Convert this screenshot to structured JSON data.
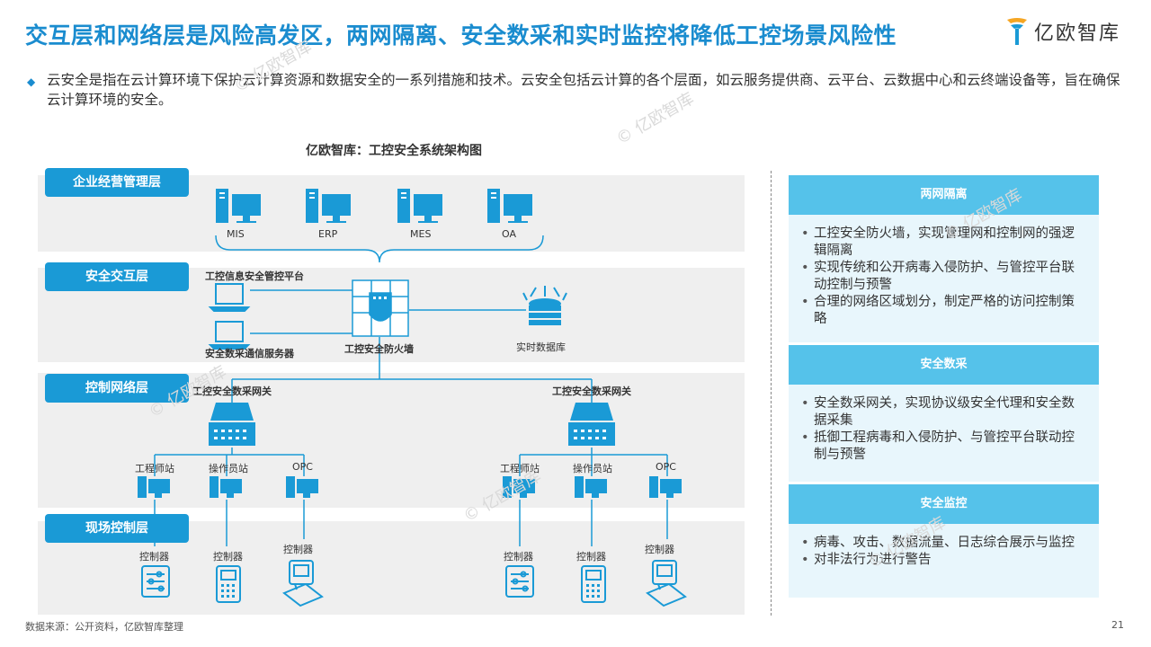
{
  "header": {
    "title": "交互层和网络层是风险高发区，两网隔离、安全数采和实时监控将降低工控场景风险性",
    "logo_text": "亿欧智库",
    "intro": "云安全是指在云计算环境下保护云计算资源和数据安全的一系列措施和技术。云安全包括云计算的各个层面，如云服务提供商、云平台、云数据中心和云终端设备等，旨在确保云计算环境的安全。"
  },
  "diagram": {
    "title": "亿欧智库：工控安全系统架构图",
    "layers": [
      "企业经营管理层",
      "安全交互层",
      "控制网络层",
      "现场控制层"
    ],
    "enterprise_systems": [
      "MIS",
      "ERP",
      "MES",
      "OA"
    ],
    "platform_label": "工控信息安全管控平台",
    "comm_server_label": "安全数采通信服务器",
    "firewall_label": "工控安全防火墙",
    "database_label": "实时数据库",
    "gateway_labels": [
      "工控安全数采网关",
      "工控安全数采网关"
    ],
    "stations": [
      "工程师站",
      "操作员站",
      "OPC",
      "工程师站",
      "操作员站",
      "OPC"
    ],
    "controllers": [
      "控制器",
      "控制器",
      "控制器",
      "控制器",
      "控制器",
      "控制器"
    ]
  },
  "panel": [
    {
      "heading": "两网隔离",
      "items": [
        "工控安全防火墙，实现管理网和控制网的强逻辑隔离",
        "实现传统和公开病毒入侵防护、与管控平台联动控制与预警",
        "合理的网络区域划分，制定严格的访问控制策略"
      ]
    },
    {
      "heading": "安全数采",
      "items": [
        "安全数采网关，实现协议级安全代理和安全数据采集",
        "抵御工程病毒和入侵防护、与管控平台联动控制与预警"
      ]
    },
    {
      "heading": "安全监控",
      "items": [
        "病毒、攻击、数据流量、日志综合展示与监控",
        "对非法行为进行警告"
      ]
    }
  ],
  "footer": {
    "source": "数据来源：公开资料，亿欧智库整理",
    "page": "21"
  },
  "watermark": "© 亿欧智库",
  "colors": {
    "accent": "#1a9ad6",
    "title": "#1a8ccf",
    "panel_head": "#55c2ea",
    "panel_body": "#e8f6fc",
    "band": "#efefef"
  }
}
